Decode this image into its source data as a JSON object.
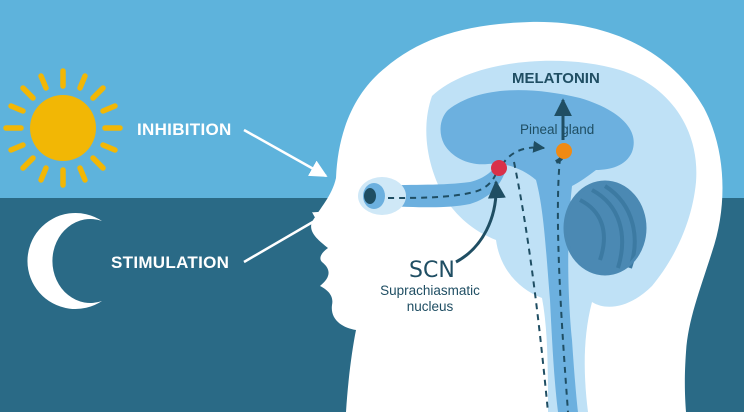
{
  "labels": {
    "inhibition": "INHIBITION",
    "stimulation": "STIMULATION",
    "melatonin": "MELATONIN",
    "pineal_gland": "Pineal gland",
    "scn": "SCN",
    "scn_full": "Suprachiasmatic nucleus"
  },
  "icons": {
    "sun": "sun-icon",
    "moon": "crescent-moon-icon"
  },
  "colors": {
    "sky_day": "#5eb3dc",
    "sky_night": "#2a6a86",
    "head": "#ffffff",
    "brain_outline": "#bfe1f6",
    "brain": "#6cb0df",
    "sun": "#f2b705",
    "scn_dot": "#d93049",
    "pineal_dot": "#f08a14",
    "text_dark": "#1f4e63"
  }
}
